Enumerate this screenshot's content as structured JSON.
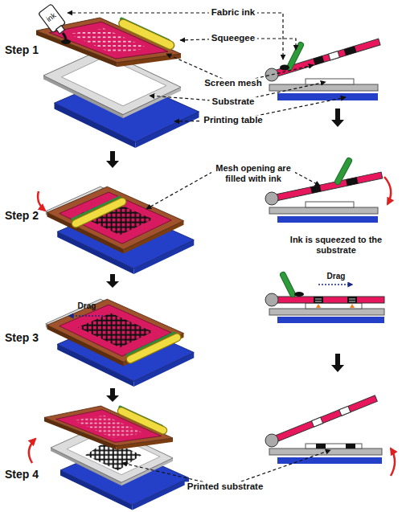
{
  "diagram": {
    "labels": [
      "Fabric ink",
      "ink",
      "Squeegee",
      "Screen mesh",
      "Substrate",
      "Printing table",
      "Step 1",
      "Step 2",
      "Mesh opening are filled with ink",
      "Ink is squeezed to the substrate",
      "Drag",
      "Step 3",
      "Drag",
      "Step 4",
      "Printed substrate"
    ]
  }
}
